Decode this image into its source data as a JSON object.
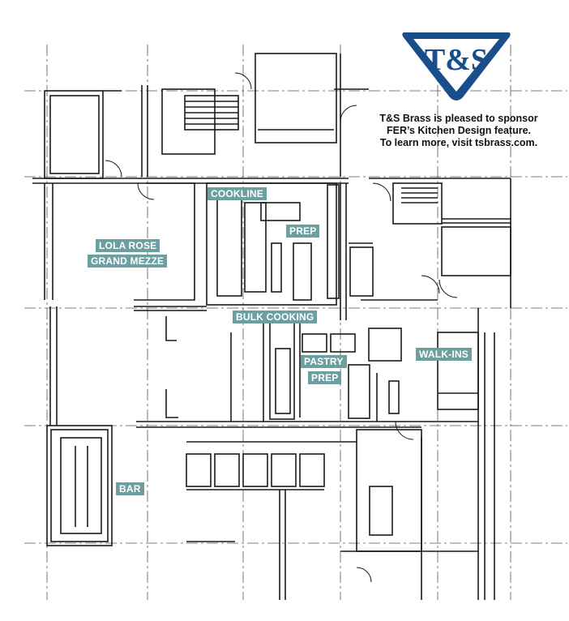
{
  "labels": {
    "cookline": "COOKLINE",
    "prep": "PREP",
    "lola_rose_line1": "LOLA ROSE",
    "lola_rose_line2": "GRAND MEZZE",
    "bulk_cooking": "BULK COOKING",
    "pastry_line1": "PASTRY",
    "pastry_line2": "PREP",
    "walk_ins": "WALK-INS",
    "bar": "BAR"
  },
  "logo": {
    "text": "T&S",
    "color": "#1a4e8a"
  },
  "sponsor": {
    "line1": "T&S Brass is pleased to sponsor",
    "line2": "FER’s Kitchen Design feature.",
    "line3": "To learn more, visit tsbrass.com."
  },
  "colors": {
    "label_bg": "#6c9fa0",
    "line": "#1a1a1a",
    "grid": "#555555"
  }
}
